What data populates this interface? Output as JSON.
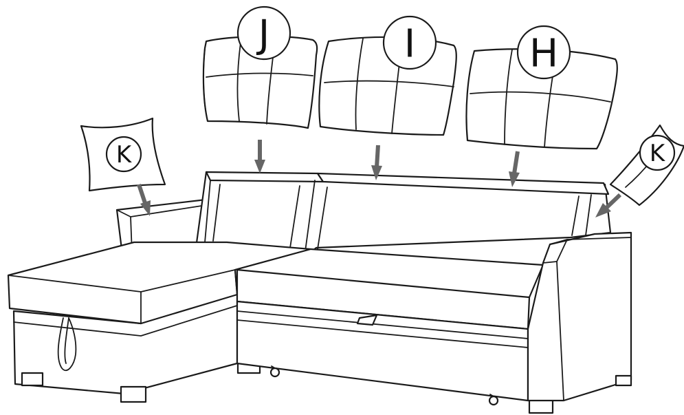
{
  "labels": {
    "cushion_j": "J",
    "cushion_i": "I",
    "cushion_h": "H",
    "pillow_left": "K",
    "pillow_right": "K"
  },
  "colors": {
    "line": "#1a1a1a",
    "arrow": "#666666",
    "background": "#ffffff"
  }
}
